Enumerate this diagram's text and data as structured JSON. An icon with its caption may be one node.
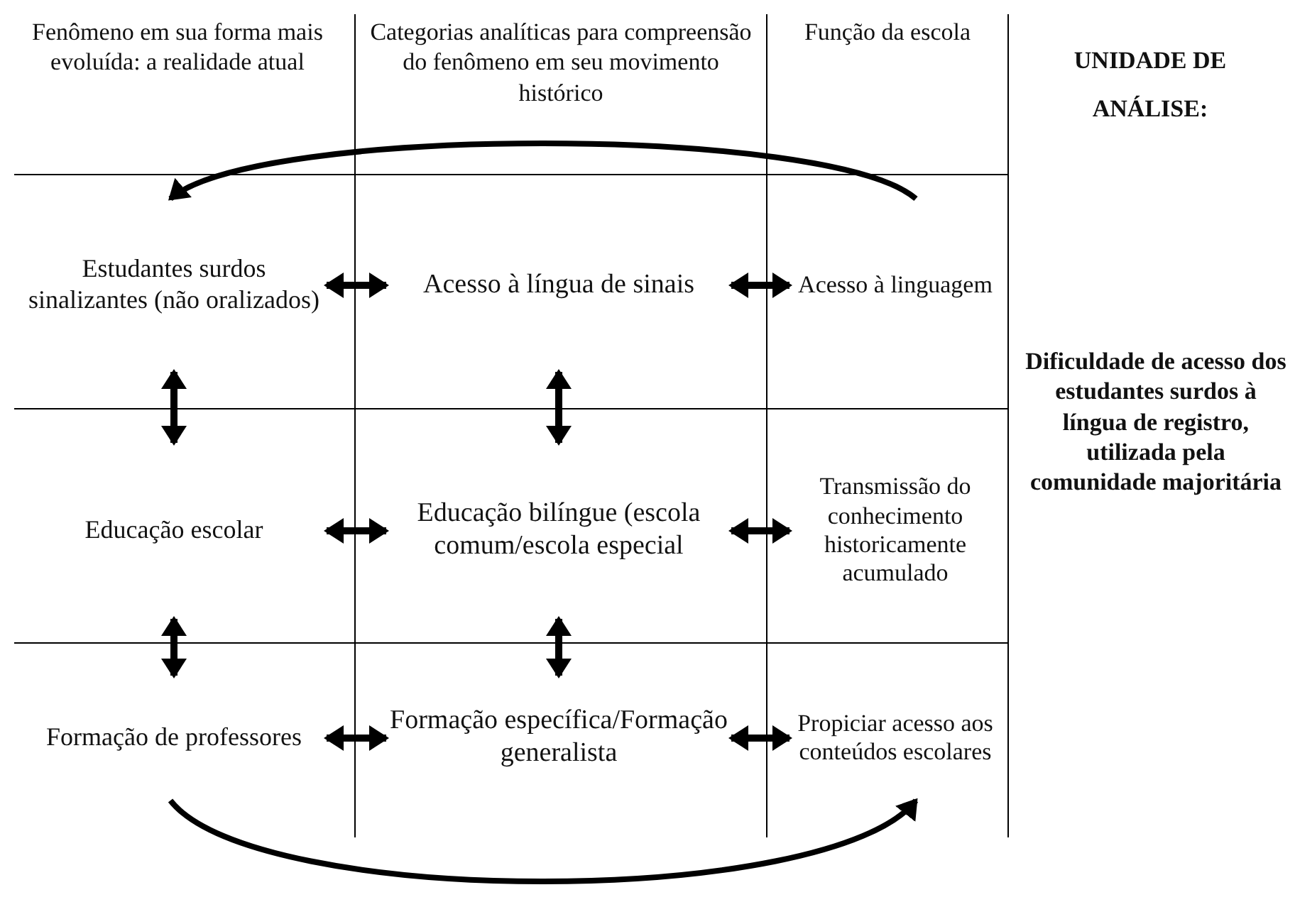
{
  "diagram": {
    "nodes": [
      {
        "text": [
          "Estudantes surdos sinalizantes (não oralizados)"
        ]
      },
      {
        "text": [
          "Acesso à língua de sinais"
        ]
      },
      {
        "text": [
          "Acesso à linguagem"
        ]
      },
      {
        "text": [
          "Educação escolar"
        ]
      },
      {
        "text": [
          "Educação bilíngue (escola comum/escola especial"
        ]
      },
      {
        "text": [
          "Transmissão do conhecimento historicamente acumulado"
        ]
      },
      {
        "text": [
          "Formação de professores"
        ]
      },
      {
        "text": [
          "Formação específica/Formação generalista"
        ]
      },
      {
        "text": [
          "Propiciar acesso aos conteúdos escolares"
        ]
      }
    ],
    "edges": [
      {
        "from": 0,
        "to": 1,
        "arrow": "both"
      },
      {
        "from": 1,
        "to": 2,
        "arrow": "both"
      },
      {
        "from": 0,
        "to": 3,
        "arrow": "both"
      },
      {
        "from": 1,
        "to": 4,
        "arrow": "both"
      },
      {
        "from": 3,
        "to": 4,
        "arrow": "both"
      },
      {
        "from": 4,
        "to": 5,
        "arrow": "both"
      },
      {
        "from": 3,
        "to": 6,
        "arrow": "both"
      },
      {
        "from": 4,
        "to": 7,
        "arrow": "both"
      },
      {
        "from": 6,
        "to": 7,
        "arrow": "both"
      },
      {
        "from": 7,
        "to": 8,
        "arrow": "both"
      },
      {
        "from": 2,
        "to": 0,
        "arrow": "to"
      },
      {
        "from": 6,
        "to": 8,
        "arrow": "to"
      }
    ],
    "labels": [
      "Fenômeno em sua forma mais evoluída: a realidade atual",
      "Categorias analíticas para compreensão do fenômeno em seu movimento histórico",
      "Função da escola",
      "UNIDADE DE ANÁLISE:",
      "Dificuldade de acesso dos estudantes surdos à língua de registro, utilizada pela comunidade majoritária"
    ]
  }
}
